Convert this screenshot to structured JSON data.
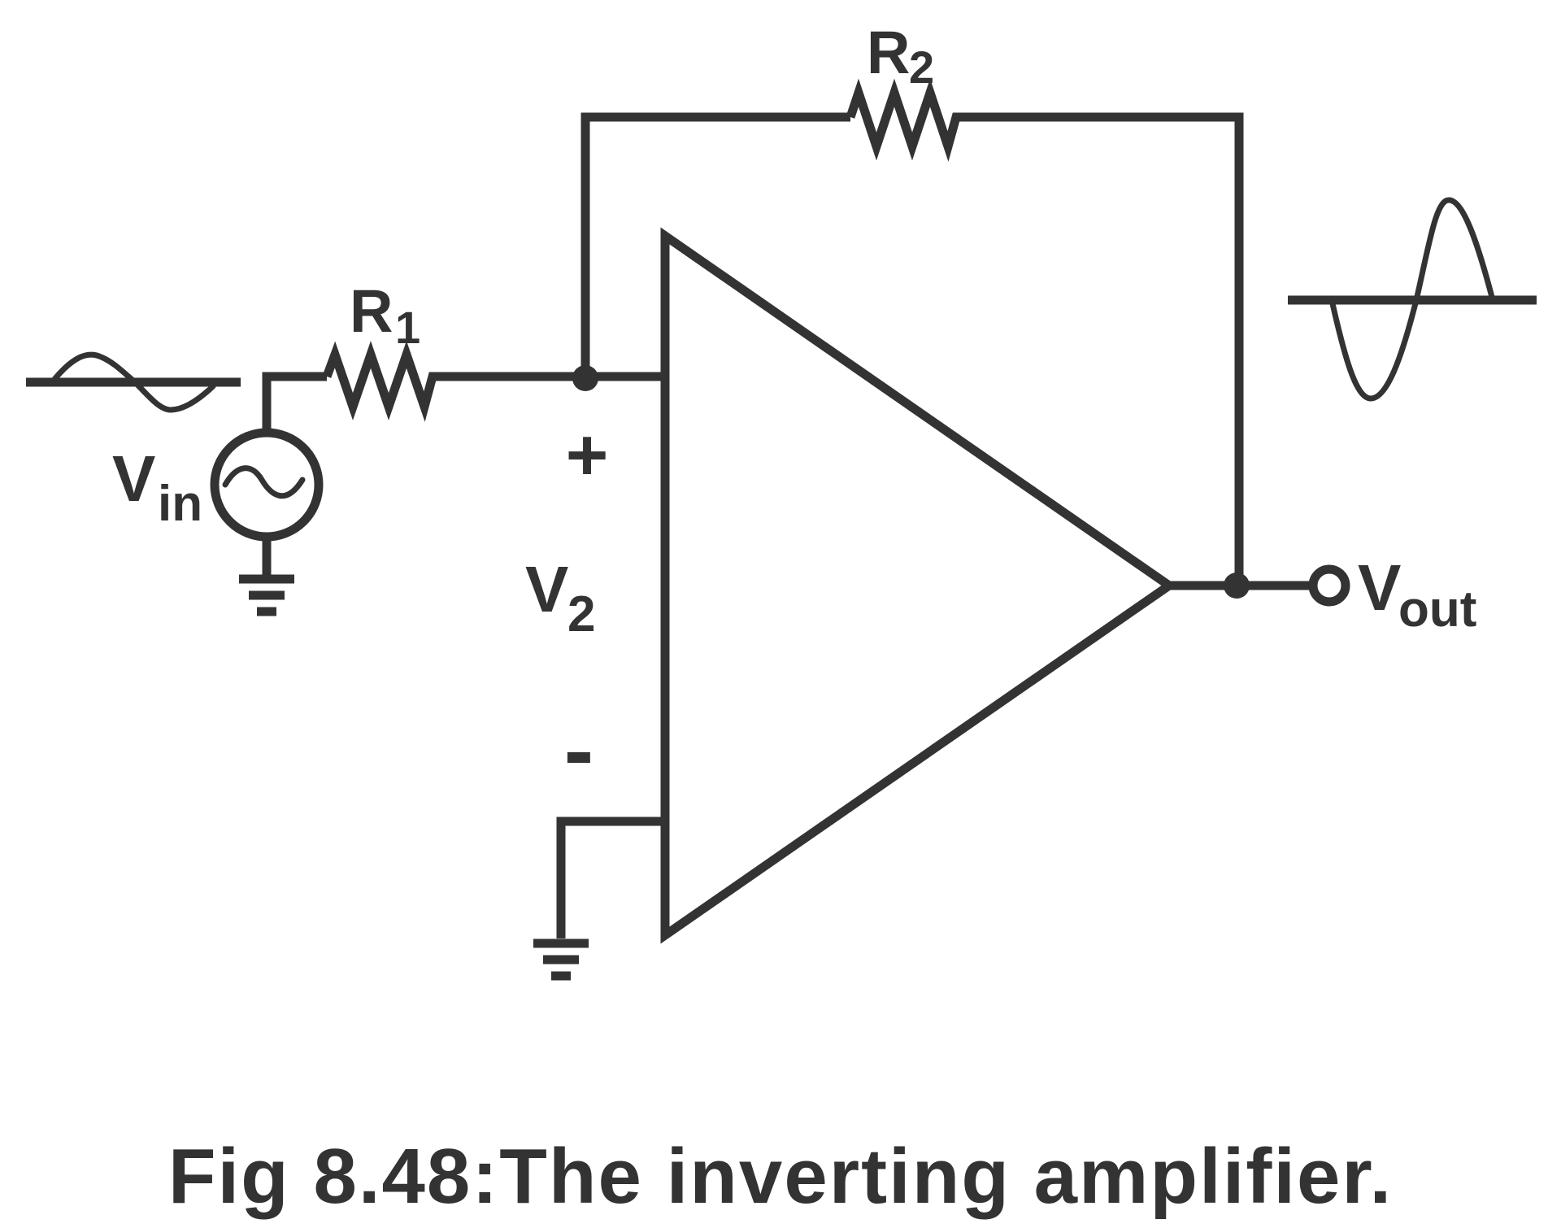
{
  "labels": {
    "r1_main": "R",
    "r1_sub": "1",
    "r2_main": "R",
    "r2_sub": "2",
    "vin_main": "V",
    "vin_sub": "in",
    "v2_main": "V",
    "v2_sub": "2",
    "vout_main": "V",
    "vout_sub": "out",
    "plus_sign": "+",
    "minus_sign": "-"
  },
  "caption": "Fig 8.48:The inverting amplifier.",
  "colors": {
    "ink": "#333333",
    "background": "#ffffff"
  }
}
